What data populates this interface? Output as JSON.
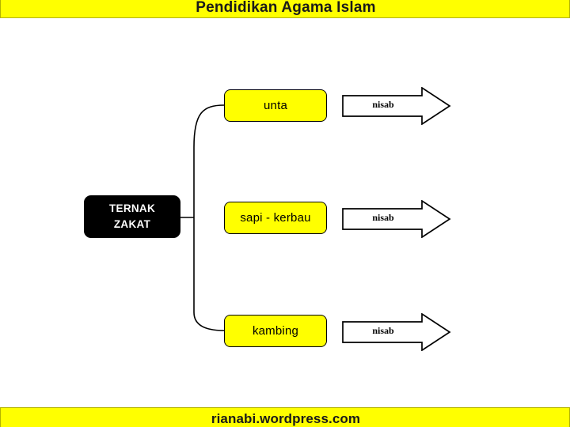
{
  "slide": {
    "header": {
      "title": "Pendidikan Agama Islam"
    },
    "footer": {
      "title": "rianabi.wordpress.com"
    },
    "colors": {
      "accent": "#ffff00",
      "accent_border": "#b3b300",
      "node_fill": "#000000",
      "node_text": "#ffffff",
      "box_fill": "#ffff00",
      "box_border": "#000000",
      "arrow_fill": "#ffffff",
      "arrow_border": "#000000",
      "connector": "#000000",
      "background": "#ffffff"
    }
  },
  "diagram": {
    "root": {
      "line1": "TERNAK",
      "line2": "ZAKAT"
    },
    "branches": [
      {
        "label": "unta",
        "arrow_label": "nisab"
      },
      {
        "label": "sapi - kerbau",
        "arrow_label": "nisab"
      },
      {
        "label": "kambing",
        "arrow_label": "nisab"
      }
    ]
  }
}
